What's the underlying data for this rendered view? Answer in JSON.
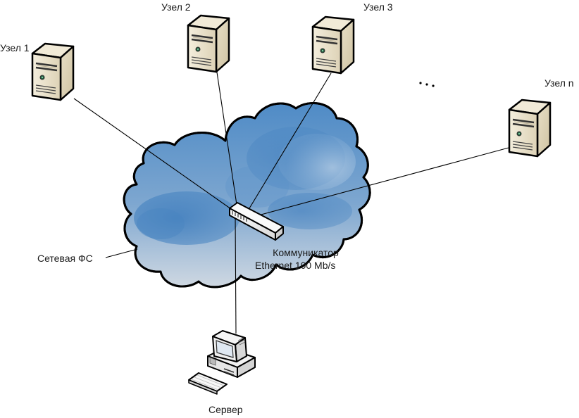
{
  "title": "Network file system diagram",
  "nodes": [
    {
      "id": "node1",
      "label": "Узел 1",
      "type": "tower-server"
    },
    {
      "id": "node2",
      "label": "Узел 2",
      "type": "tower-server"
    },
    {
      "id": "node3",
      "label": "Узел 3",
      "type": "tower-server"
    },
    {
      "id": "noden",
      "label": "Узел n",
      "type": "tower-server"
    }
  ],
  "ellipsis": "…",
  "server": {
    "label": "Сервер",
    "type": "desktop-computer"
  },
  "switch": {
    "line1": "Коммуникатор",
    "line2": "Ethernet 100 Mb/s",
    "type": "ethernet-switch"
  },
  "cloud": {
    "label": "Сетевая ФС",
    "type": "network-cloud"
  },
  "colors": {
    "cloud_dark": "#4a86c2",
    "cloud_light": "#c9d6e3",
    "server_beige": "#ece3cc",
    "outline": "#000000",
    "link": "#000000"
  }
}
